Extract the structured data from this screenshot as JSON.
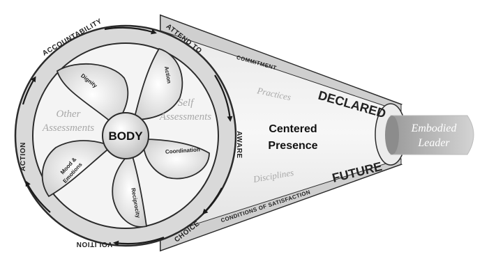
{
  "ring": {
    "accountability": "ACCOUNTABILITY",
    "attend_to": "ATTEND TO",
    "aware": "AWARE",
    "choice": "CHOICE",
    "volition": "VOLITION",
    "action": "ACTION"
  },
  "cone": {
    "commitment": "COMMITMENT",
    "conditions": "CONDITIONS OF SATISFACTION",
    "declared": "DECLARED",
    "future": "FUTURE",
    "practices": "Practices",
    "disciplines": "Disciplines",
    "centered_line1": "Centered",
    "centered_line2": "Presence"
  },
  "wheel": {
    "center": "BODY",
    "petals": {
      "dignity": "Dignity",
      "action": "Action",
      "coordination": "Coordination",
      "reciprocity": "Reciprocity",
      "mood_line1": "Mood &",
      "mood_line2": "Emotions"
    },
    "other_line1": "Other",
    "other_line2": "Assessments",
    "self_line1": "Self",
    "self_line2": "Assessments"
  },
  "leader": {
    "line1": "Embodied",
    "line2": "Leader"
  },
  "colors": {
    "ring_fill": "#d9d9d9",
    "cone_fill": "#dcdcdc",
    "outline": "#2b2b2b",
    "arrow": "#1a1a1a",
    "soft_text": "#a8a8a8"
  }
}
